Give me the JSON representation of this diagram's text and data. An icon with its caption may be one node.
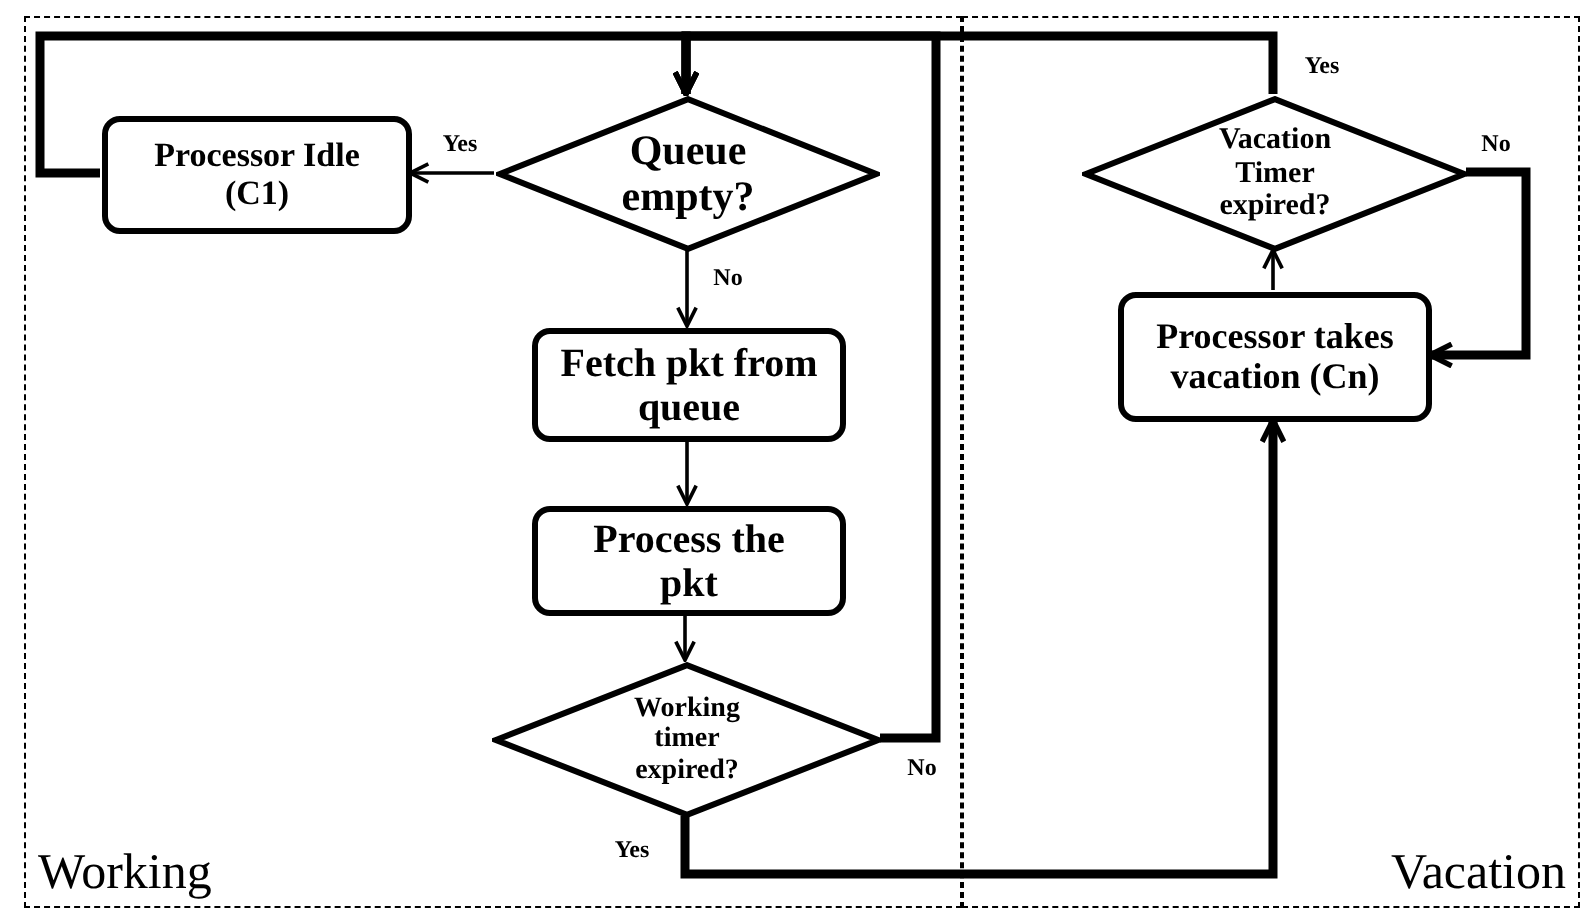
{
  "diagram": {
    "nodes": [
      {
        "text": [
          "Working"
        ]
      },
      {
        "text": [
          "Processor Idle (C1)"
        ],
        "in": 0
      },
      {
        "text": [
          "Queue empty?"
        ],
        "in": 0
      },
      {
        "text": [
          "Fetch pkt from queue"
        ],
        "in": 0
      },
      {
        "text": [
          "Process the pkt"
        ],
        "in": 0
      },
      {
        "text": [
          "Working timer expired?"
        ],
        "in": 0
      },
      {
        "text": [
          "Vacation"
        ]
      },
      {
        "text": [
          "Vacation Timer expired?"
        ],
        "in": 6
      },
      {
        "text": [
          "Processor takes vacation (Cn)"
        ],
        "in": 6
      }
    ],
    "edges": [
      {
        "from": 2,
        "to": 1,
        "arrow": "to",
        "label": "Yes"
      },
      {
        "from": 1,
        "to": 2,
        "arrow": "to",
        "style": "thick"
      },
      {
        "from": 2,
        "to": 3,
        "arrow": "to",
        "label": "No"
      },
      {
        "from": 3,
        "to": 4,
        "arrow": "to"
      },
      {
        "from": 4,
        "to": 5,
        "arrow": "to"
      },
      {
        "from": 5,
        "to": 2,
        "arrow": "to",
        "label": "No",
        "style": "thick"
      },
      {
        "from": 5,
        "to": 8,
        "arrow": "to",
        "label": "Yes",
        "style": "thick"
      },
      {
        "from": 8,
        "to": 7,
        "arrow": "to"
      },
      {
        "from": 7,
        "to": 2,
        "arrow": "to",
        "label": "Yes",
        "style": "thick"
      },
      {
        "from": 7,
        "to": 8,
        "arrow": "to",
        "label": "No",
        "style": "thick"
      }
    ]
  }
}
